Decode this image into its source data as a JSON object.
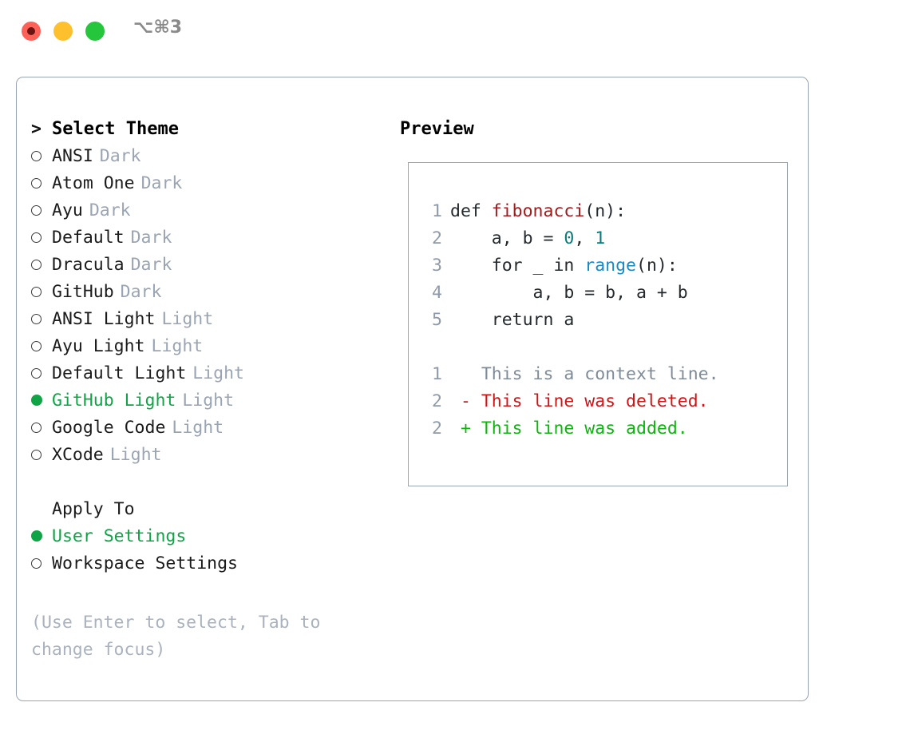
{
  "titlebar": {
    "shortcut": "⌥⌘3",
    "traffic_lights": [
      "close-red",
      "minimize-yellow",
      "maximize-green"
    ]
  },
  "theme_list": {
    "header": {
      "caret": ">",
      "label": "Select Theme"
    },
    "items": [
      {
        "marker": "hollow",
        "label": "ANSI",
        "tag": "Dark",
        "selected": false
      },
      {
        "marker": "hollow",
        "label": "Atom One",
        "tag": "Dark",
        "selected": false
      },
      {
        "marker": "hollow",
        "label": "Ayu",
        "tag": "Dark",
        "selected": false
      },
      {
        "marker": "hollow",
        "label": "Default",
        "tag": "Dark",
        "selected": false
      },
      {
        "marker": "hollow",
        "label": "Dracula",
        "tag": "Dark",
        "selected": false
      },
      {
        "marker": "hollow",
        "label": "GitHub",
        "tag": "Dark",
        "selected": false
      },
      {
        "marker": "hollow",
        "label": "ANSI Light",
        "tag": "Light",
        "selected": false
      },
      {
        "marker": "hollow",
        "label": "Ayu Light",
        "tag": "Light",
        "selected": false
      },
      {
        "marker": "hollow",
        "label": "Default Light",
        "tag": "Light",
        "selected": false
      },
      {
        "marker": "filled",
        "label": "GitHub Light",
        "tag": "Light",
        "selected": true
      },
      {
        "marker": "hollow",
        "label": "Google Code",
        "tag": "Light",
        "selected": false
      },
      {
        "marker": "hollow",
        "label": "XCode",
        "tag": "Light",
        "selected": false
      }
    ]
  },
  "apply_to": {
    "title": "Apply To",
    "options": [
      {
        "marker": "filled",
        "label": "User Settings",
        "selected": true
      },
      {
        "marker": "hollow",
        "label": "Workspace Settings",
        "selected": false
      }
    ]
  },
  "hint": "(Use Enter to select, Tab to change focus)",
  "preview": {
    "title": "Preview",
    "code_lines": [
      {
        "num": "1",
        "segments": [
          {
            "t": "def ",
            "c": "plain"
          },
          {
            "t": "fibonacci",
            "c": "fn"
          },
          {
            "t": "(n):",
            "c": "plain"
          }
        ]
      },
      {
        "num": "2",
        "segments": [
          {
            "t": "    a, b = ",
            "c": "plain"
          },
          {
            "t": "0",
            "c": "num"
          },
          {
            "t": ", ",
            "c": "plain"
          },
          {
            "t": "1",
            "c": "num"
          }
        ]
      },
      {
        "num": "3",
        "segments": [
          {
            "t": "    for _ in ",
            "c": "plain"
          },
          {
            "t": "range",
            "c": "call"
          },
          {
            "t": "(n):",
            "c": "plain"
          }
        ]
      },
      {
        "num": "4",
        "segments": [
          {
            "t": "        a, b = b, a + b",
            "c": "plain"
          }
        ]
      },
      {
        "num": "5",
        "segments": [
          {
            "t": "    return a",
            "c": "plain"
          }
        ]
      },
      {
        "num": "",
        "segments": [
          {
            "t": "",
            "c": "plain"
          }
        ]
      },
      {
        "num": "1",
        "segments": [
          {
            "t": "   This is a context line.",
            "c": "ctx"
          }
        ]
      },
      {
        "num": "2",
        "segments": [
          {
            "t": " - This line was deleted.",
            "c": "del"
          }
        ]
      },
      {
        "num": "2",
        "segments": [
          {
            "t": " + This line was added.",
            "c": "add"
          }
        ]
      }
    ]
  },
  "colors": {
    "accent_green": "#10a447",
    "border": "#9aa5b4",
    "muted": "#9aa5b4",
    "hint": "#a9b2be",
    "code_fn": "#a01b1b",
    "code_num": "#0b7a78",
    "code_call": "#1a8ac4",
    "diff_delete": "#cc1616",
    "diff_add": "#10b410",
    "diff_context": "#808b98",
    "traffic_red": "#fd6158",
    "traffic_yellow": "#ffc02e",
    "traffic_green": "#25c63c"
  }
}
